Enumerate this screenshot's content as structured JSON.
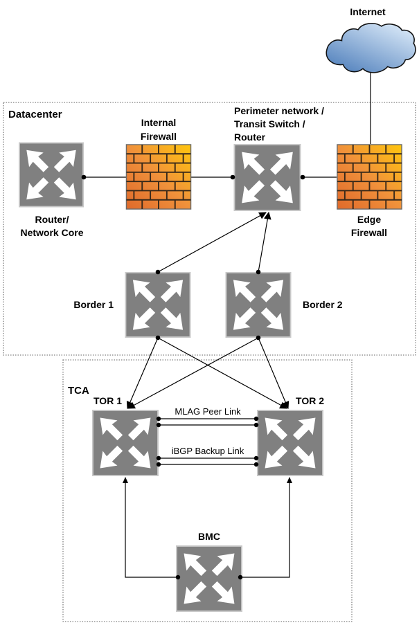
{
  "colors": {
    "switch_grey": "#808080",
    "switch_outline": "#c9c9c9",
    "firewall_orange": "#df6a2b",
    "firewall_mid": "#f0913b",
    "firewall_yellow": "#ffc60d",
    "firewall_mortar": "#38291a",
    "cloud_dark": "#4779b8",
    "cloud_light": "#d7e7f7",
    "internet_label": "#47161a",
    "line": "#000000",
    "box_border": "#808080"
  },
  "areas": {
    "datacenter": {
      "label": "Datacenter"
    },
    "tca": {
      "label": "TCA"
    }
  },
  "nodes": {
    "internet": {
      "label": "Internet"
    },
    "router_core": {
      "label_lines": [
        "Router/",
        "Network Core"
      ]
    },
    "internal_firewall": {
      "label_lines": [
        "Internal",
        "Firewall"
      ]
    },
    "transit": {
      "label_lines": [
        "Perimeter network /",
        "Transit Switch /",
        "Router"
      ]
    },
    "edge_firewall": {
      "label_lines": [
        "Edge",
        "Firewall"
      ]
    },
    "border1": {
      "label": "Border 1"
    },
    "border2": {
      "label": "Border 2"
    },
    "tor1": {
      "label": "TOR 1"
    },
    "tor2": {
      "label": "TOR 2"
    },
    "bmc": {
      "label": "BMC"
    }
  },
  "links": {
    "mlag": {
      "label": "MLAG Peer Link"
    },
    "ibgp": {
      "label": "iBGP Backup Link"
    }
  }
}
